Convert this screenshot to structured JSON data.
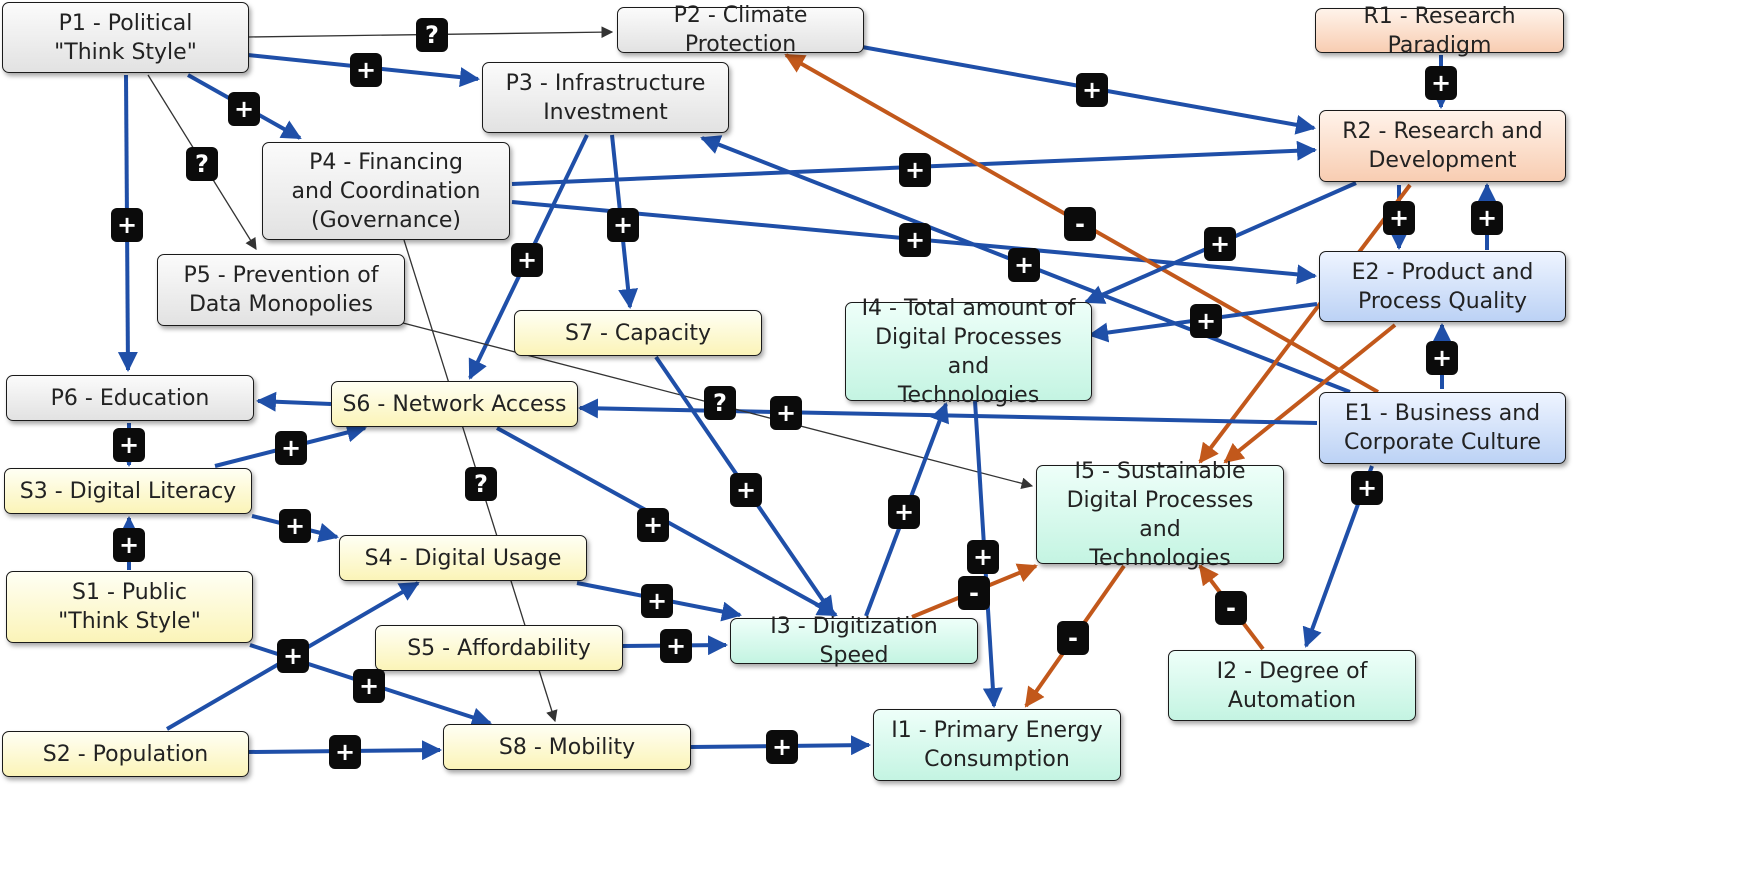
{
  "colors": {
    "positive": "#1f4fa8",
    "negative": "#c2581b",
    "unknown": "#333333"
  },
  "nodes": [
    {
      "id": "P1",
      "label": "P1 - Political\n\"Think Style\"",
      "group": "policy"
    },
    {
      "id": "P2",
      "label": "P2 - Climate Protection",
      "group": "policy"
    },
    {
      "id": "P3",
      "label": "P3 - Infrastructure\nInvestment",
      "group": "policy"
    },
    {
      "id": "P4",
      "label": "P4 - Financing\nand Coordination\n(Governance)",
      "group": "policy"
    },
    {
      "id": "P5",
      "label": "P5 - Prevention of\nData Monopolies",
      "group": "policy"
    },
    {
      "id": "P6",
      "label": "P6 - Education",
      "group": "policy"
    },
    {
      "id": "R1",
      "label": "R1 - Research Paradigm",
      "group": "research"
    },
    {
      "id": "R2",
      "label": "R2 - Research and\nDevelopment",
      "group": "research"
    },
    {
      "id": "E2",
      "label": "E2 - Product and\nProcess Quality",
      "group": "econ"
    },
    {
      "id": "E1",
      "label": "E1 - Business and\nCorporate Culture",
      "group": "econ"
    },
    {
      "id": "I4",
      "label": "I4 - Total amount of\nDigital Processes and\nTechnologies",
      "group": "impact"
    },
    {
      "id": "I5",
      "label": "I5 - Sustainable\nDigital Processes and\nTechnologies",
      "group": "impact"
    },
    {
      "id": "I3",
      "label": "I3 - Digitization Speed",
      "group": "impact"
    },
    {
      "id": "I2",
      "label": "I2 - Degree of\nAutomation",
      "group": "impact"
    },
    {
      "id": "I1",
      "label": "I1 - Primary Energy\nConsumption",
      "group": "impact"
    },
    {
      "id": "S7",
      "label": "S7 - Capacity",
      "group": "society"
    },
    {
      "id": "S6",
      "label": "S6 - Network Access",
      "group": "society"
    },
    {
      "id": "S3",
      "label": "S3 - Digital Literacy",
      "group": "society"
    },
    {
      "id": "S4",
      "label": "S4 - Digital Usage",
      "group": "society"
    },
    {
      "id": "S1",
      "label": "S1 - Public\n\"Think Style\"",
      "group": "society"
    },
    {
      "id": "S5",
      "label": "S5 - Affordability",
      "group": "society"
    },
    {
      "id": "S2",
      "label": "S2 - Population",
      "group": "society"
    },
    {
      "id": "S8",
      "label": "S8 - Mobility",
      "group": "society"
    }
  ],
  "edges": [
    {
      "from": "P1",
      "to": "P2",
      "sign": "?"
    },
    {
      "from": "P1",
      "to": "P3",
      "sign": "+"
    },
    {
      "from": "P1",
      "to": "P4",
      "sign": "+"
    },
    {
      "from": "P1",
      "to": "P5",
      "sign": "?"
    },
    {
      "from": "P1",
      "to": "P6",
      "sign": "+"
    },
    {
      "from": "P2",
      "to": "R2",
      "sign": "+"
    },
    {
      "from": "R1",
      "to": "R2",
      "sign": "+"
    },
    {
      "from": "P4",
      "to": "R2",
      "sign": "+"
    },
    {
      "from": "P4",
      "to": "E2",
      "sign": "+"
    },
    {
      "from": "P4",
      "to": "S8",
      "sign": "?"
    },
    {
      "from": "P3",
      "to": "S6",
      "sign": "+"
    },
    {
      "from": "P3",
      "to": "S7",
      "sign": "+"
    },
    {
      "from": "E1",
      "to": "P3",
      "sign": "+"
    },
    {
      "from": "E1",
      "to": "P2",
      "sign": "-"
    },
    {
      "from": "R2",
      "to": "I4",
      "sign": "+"
    },
    {
      "from": "R2",
      "to": "E2",
      "sign": "+"
    },
    {
      "from": "E1",
      "to": "R2",
      "sign": "+"
    },
    {
      "from": "R2",
      "to": "I5",
      "sign": "-"
    },
    {
      "from": "E2",
      "to": "I4",
      "sign": "+"
    },
    {
      "from": "E2",
      "to": "I5",
      "sign": "-"
    },
    {
      "from": "E1",
      "to": "E2",
      "sign": "+"
    },
    {
      "from": "E1",
      "to": "I2",
      "sign": "+"
    },
    {
      "from": "E1",
      "to": "S6",
      "sign": "+"
    },
    {
      "from": "P5",
      "to": "I5",
      "sign": "?"
    },
    {
      "from": "S6",
      "to": "P6",
      "sign": ""
    },
    {
      "from": "S6",
      "to": "I3",
      "sign": "+"
    },
    {
      "from": "S7",
      "to": "I3",
      "sign": "+"
    },
    {
      "from": "P6",
      "to": "S3",
      "sign": "+"
    },
    {
      "from": "S1",
      "to": "S3",
      "sign": "+"
    },
    {
      "from": "S3",
      "to": "S6",
      "sign": "+"
    },
    {
      "from": "S3",
      "to": "S4",
      "sign": "+"
    },
    {
      "from": "S4",
      "to": "I3",
      "sign": "+"
    },
    {
      "from": "S5",
      "to": "I3",
      "sign": "+"
    },
    {
      "from": "S1",
      "to": "S8",
      "sign": "+"
    },
    {
      "from": "S2",
      "to": "S4",
      "sign": "+"
    },
    {
      "from": "S2",
      "to": "S8",
      "sign": "+"
    },
    {
      "from": "S8",
      "to": "I1",
      "sign": "+"
    },
    {
      "from": "I3",
      "to": "I4",
      "sign": "+"
    },
    {
      "from": "I3",
      "to": "I5",
      "sign": "-"
    },
    {
      "from": "I4",
      "to": "I1",
      "sign": "+"
    },
    {
      "from": "I5",
      "to": "I1",
      "sign": "-"
    },
    {
      "from": "I2",
      "to": "I5",
      "sign": "-"
    }
  ]
}
